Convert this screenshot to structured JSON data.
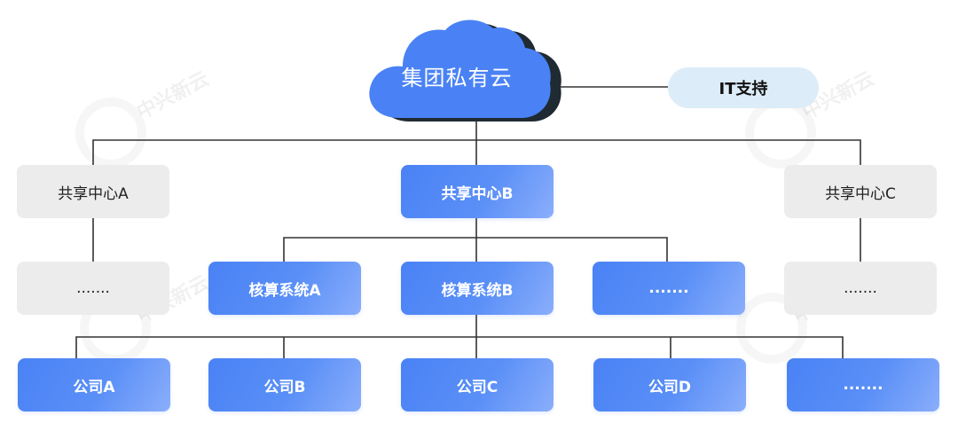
{
  "diagram": {
    "root": {
      "label": "集团私有云",
      "shape": "cloud",
      "color": "#4a82f5"
    },
    "support": {
      "label": "IT支持",
      "color": "#dcecf8"
    },
    "shared_centers": [
      {
        "label": "共享中心A",
        "style": "grey"
      },
      {
        "label": "共享中心B",
        "style": "blue"
      },
      {
        "label": "共享中心C",
        "style": "grey"
      }
    ],
    "level2": [
      {
        "label": ".......",
        "parent": "共享中心A",
        "style": "grey"
      },
      {
        "label": "核算系统A",
        "parent": "共享中心B",
        "style": "blue"
      },
      {
        "label": "核算系统B",
        "parent": "共享中心B",
        "style": "blue"
      },
      {
        "label": ".......",
        "parent": "共享中心B",
        "style": "blue"
      },
      {
        "label": ".......",
        "parent": "共享中心C",
        "style": "grey"
      }
    ],
    "companies": [
      {
        "label": "公司A",
        "parent": "核算系统B"
      },
      {
        "label": "公司B",
        "parent": "核算系统B"
      },
      {
        "label": "公司C",
        "parent": "核算系统B"
      },
      {
        "label": "公司D",
        "parent": "核算系统B"
      },
      {
        "label": ".......",
        "parent": "核算系统B"
      }
    ],
    "watermark": "中兴新云",
    "colors": {
      "blue": "#4a82f5",
      "grey": "#ececec",
      "line": "#333333",
      "pill": "#dcecf8"
    }
  }
}
